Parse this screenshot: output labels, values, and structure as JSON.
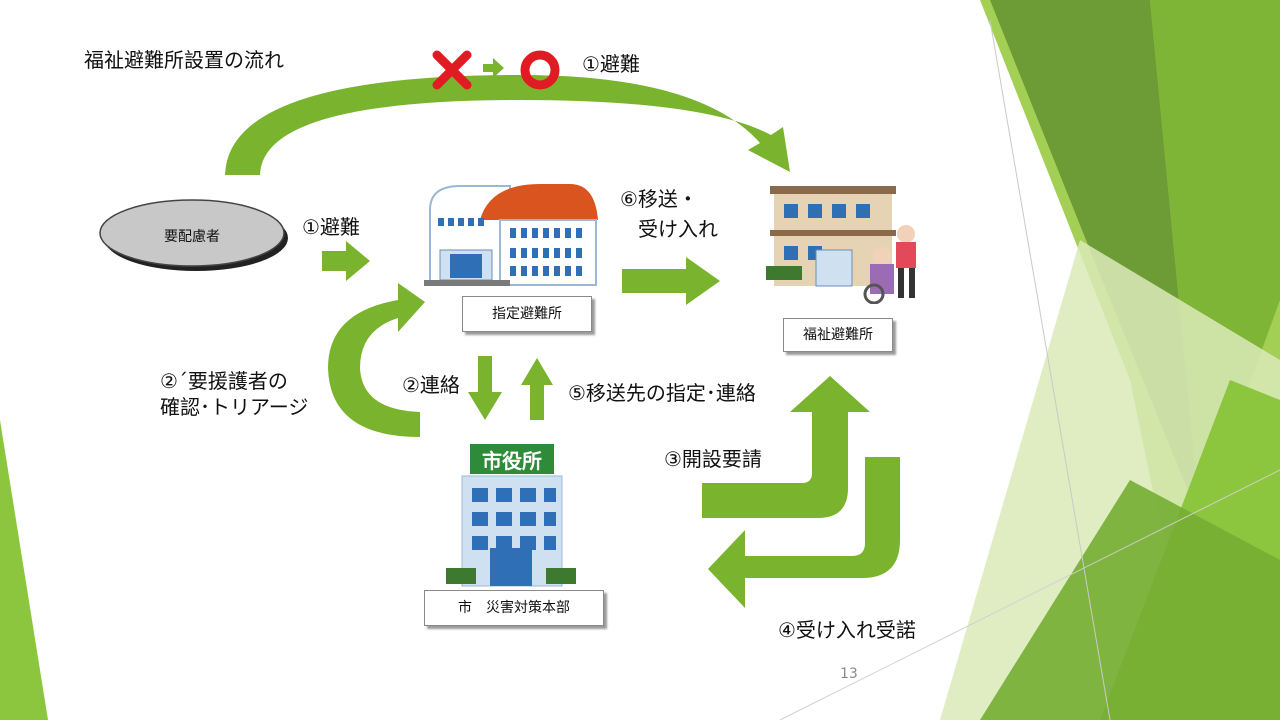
{
  "title": "福祉避難所設置の流れ",
  "top_flow_label": "①避難",
  "nodes": {
    "person": "要配慮者",
    "shelter": "指定避難所",
    "welfare_shelter": "福祉避難所",
    "city_hq": "市　災害対策本部",
    "city_hall_sign": "市役所"
  },
  "arrows": {
    "evacuate": "①避難",
    "confirm_line1": "②´要援護者の",
    "confirm_line2": "確認･トリアージ",
    "contact": "②連絡",
    "open_request": "③開設要請",
    "accept": "④受け入れ受諾",
    "designate": "⑤移送先の指定･連絡",
    "transfer_line1": "⑥移送・",
    "transfer_line2": "受け入れ"
  },
  "page_number": "13",
  "colors": {
    "arrow_green": "#7ab32e",
    "theme_green_light": "#a8d15a",
    "theme_green_dark": "#5f8f2a",
    "x_mark": "#e01b24",
    "o_mark": "#e01b24"
  }
}
